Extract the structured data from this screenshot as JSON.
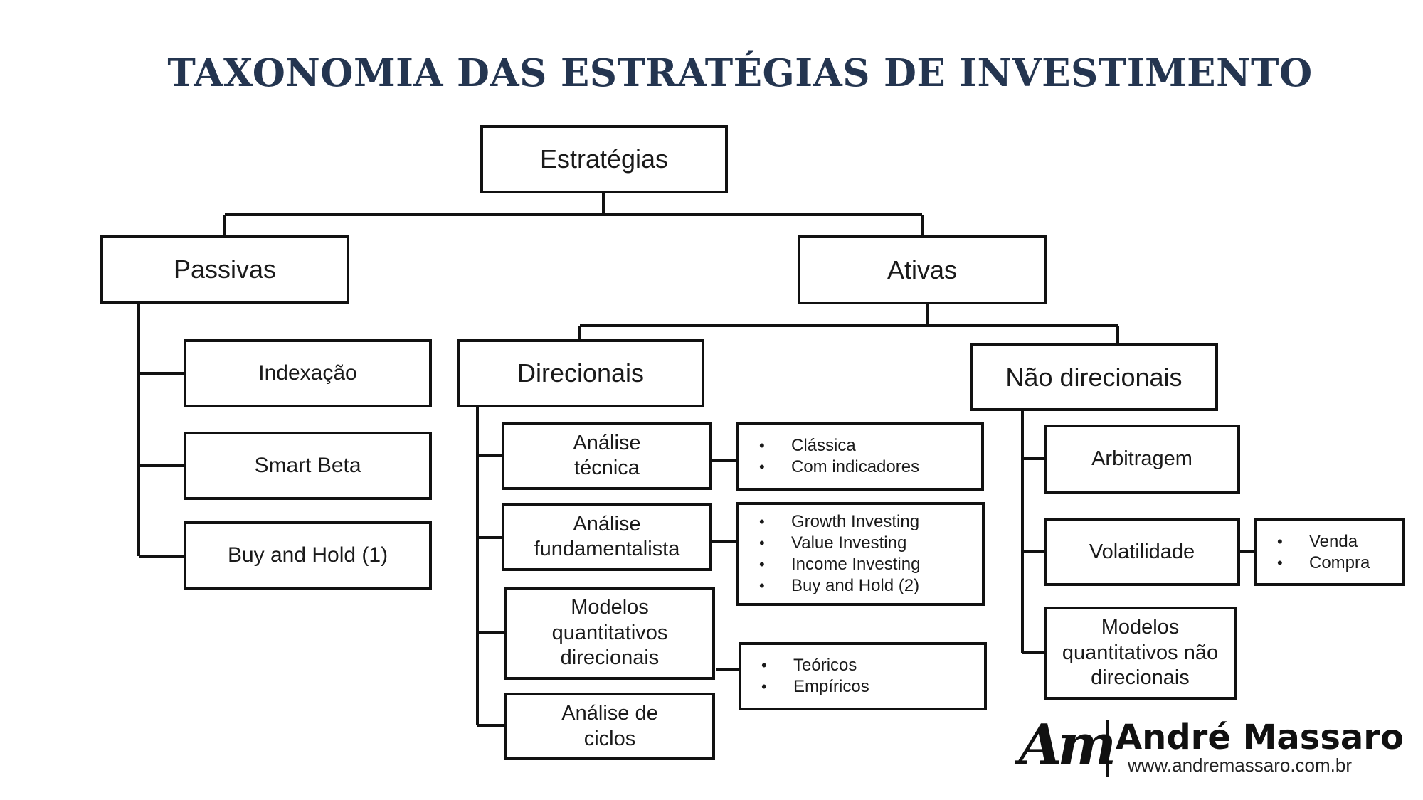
{
  "title": "TAXONOMIA DAS ESTRATÉGIAS DE INVESTIMENTO",
  "nodes": {
    "root": "Estratégias",
    "passivas": "Passivas",
    "ativas": "Ativas",
    "indexacao": "Indexação",
    "smart_beta": "Smart Beta",
    "buy_hold_1": "Buy and Hold (1)",
    "direcionais": "Direcionais",
    "nao_direcionais": "Não direcionais",
    "analise_tecnica": "Análise técnica",
    "analise_fundamentalista": "Análise fundamentalista",
    "modelos_quant_dir": "Modelos quantitativos direcionais",
    "analise_ciclos": "Análise de ciclos",
    "arbitragem": "Arbitragem",
    "volatilidade": "Volatilidade",
    "modelos_quant_nao_dir": "Modelos quantitativos não direcionais"
  },
  "lists": {
    "tecnica": [
      "Clássica",
      "Com indicadores"
    ],
    "fundamentalista": [
      "Growth Investing",
      "Value Investing",
      "Income Investing",
      "Buy and Hold (2)"
    ],
    "quantitativos": [
      "Teóricos",
      "Empíricos"
    ],
    "volatilidade": [
      "Venda",
      "Compra"
    ]
  },
  "brand": {
    "mark": "Am",
    "name": "André Massaro",
    "url": "www.andremassaro.com.br"
  },
  "colors": {
    "title": "#243550",
    "border": "#111111"
  }
}
